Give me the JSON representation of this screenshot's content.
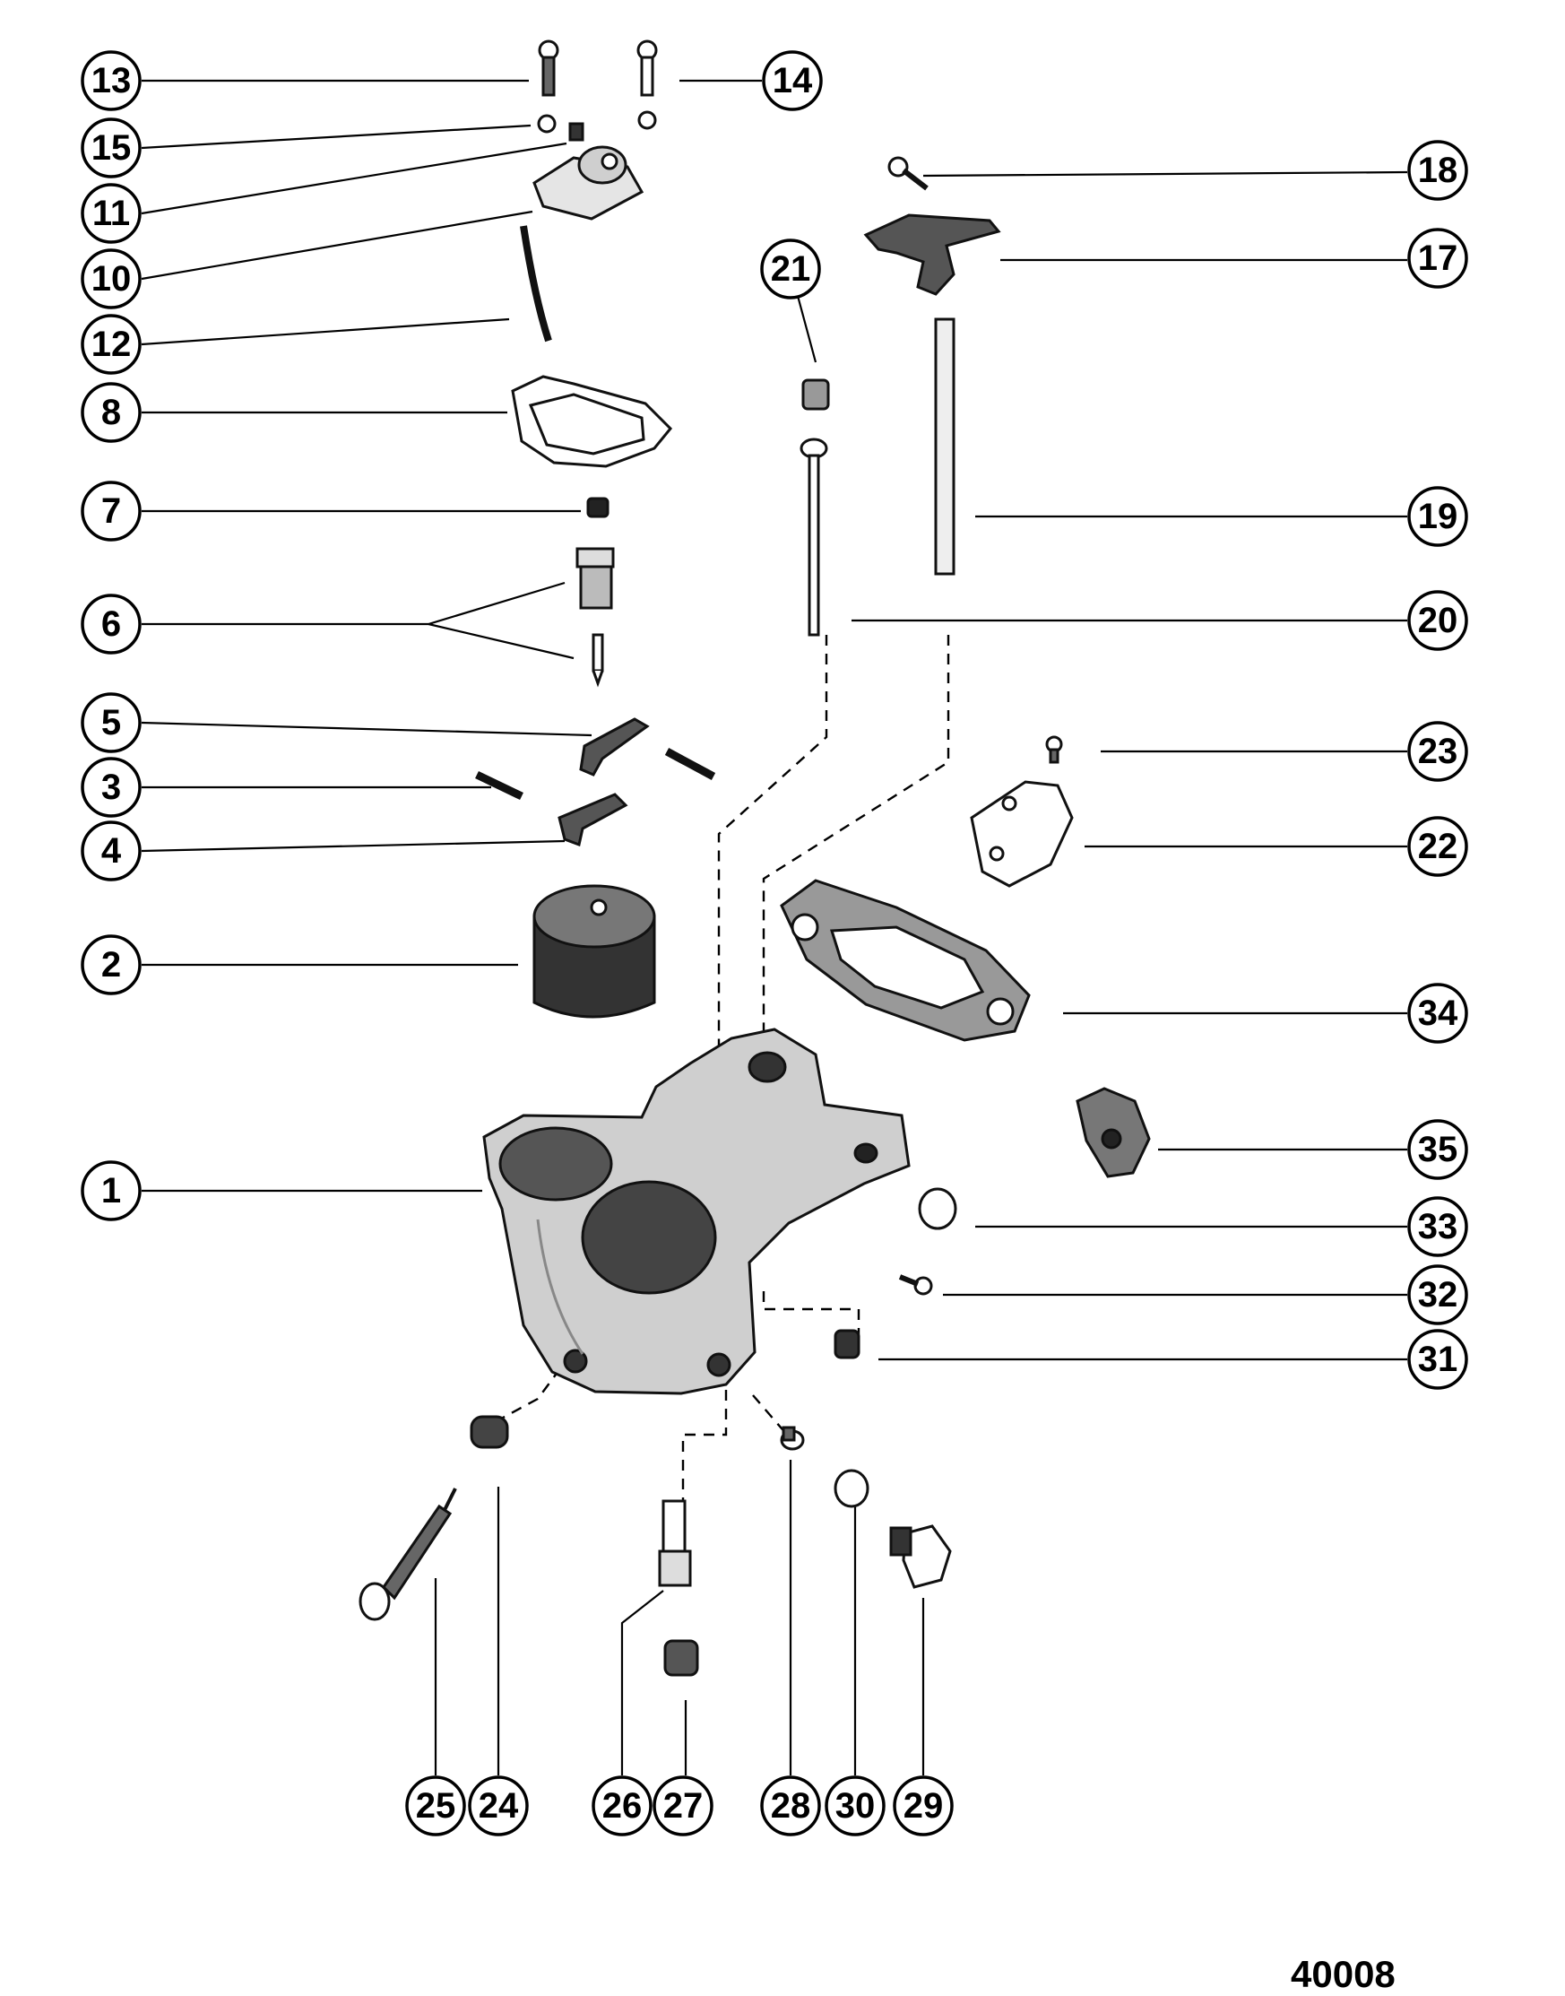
{
  "figure_number": "40008",
  "callouts": [
    "13",
    "14",
    "15",
    "11",
    "10",
    "12",
    "8",
    "7",
    "6",
    "5",
    "3",
    "4",
    "2",
    "1",
    "21",
    "18",
    "17",
    "19",
    "20",
    "23",
    "22",
    "34",
    "35",
    "33",
    "32",
    "31",
    "25",
    "24",
    "26",
    "27",
    "28",
    "30",
    "29"
  ]
}
